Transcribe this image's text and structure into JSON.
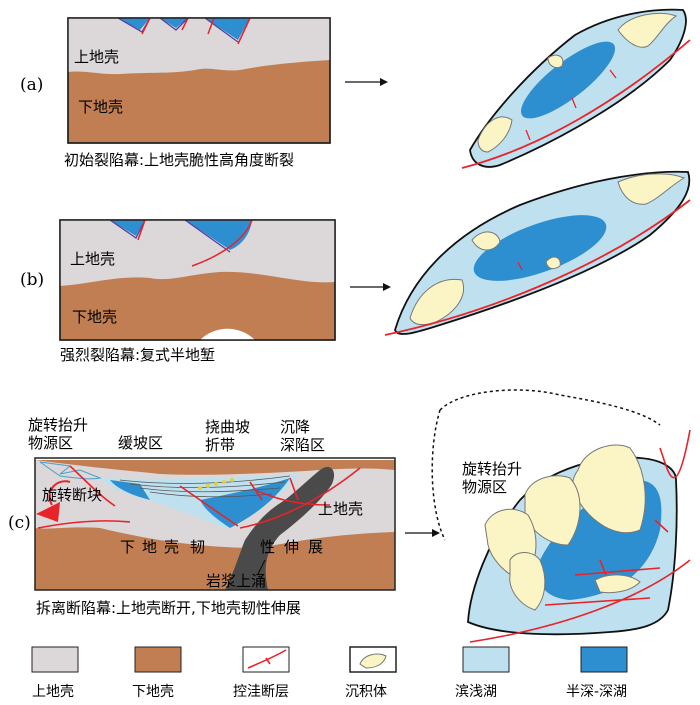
{
  "panels": [
    {
      "letter": "(a)",
      "labels": {
        "upper": "上地壳",
        "lower": "下地壳"
      },
      "caption": "初始裂陷幕:上地壳脆性高角度断裂"
    },
    {
      "letter": "(b)",
      "labels": {
        "upper": "上地壳",
        "lower": "下地壳"
      },
      "caption": "强烈裂陷幕:复式半地堑"
    },
    {
      "letter": "(c)",
      "zones": {
        "rotate_line1": "旋转抬升",
        "rotate_line2": "物源区",
        "gentle": "缓坡区",
        "flex_line1": "挠曲坡",
        "flex_line2": "折带",
        "sub_line1": "沉降",
        "sub_line2": "深陷区"
      },
      "labels": {
        "block": "旋转断块",
        "upper": "上地壳",
        "lower": [
          "下",
          "地",
          "壳",
          "韧",
          "性",
          "伸",
          "展"
        ],
        "magma": "岩浆上涌"
      },
      "map_label_line1": "旋转抬升",
      "map_label_line2": "物源区",
      "caption": "拆离断陷幕:上地壳断开,下地壳韧性伸展"
    }
  ],
  "legend": [
    {
      "label": "上地壳",
      "color": "#dcd8d9"
    },
    {
      "label": "下地壳",
      "color": "#c17e52"
    },
    {
      "label": "控洼断层",
      "color": "#e8232a"
    },
    {
      "label": "沉积体",
      "color": "#fbf4c4"
    },
    {
      "label": "滨浅湖",
      "color": "#bfe1ef"
    },
    {
      "label": "半深-深湖",
      "color": "#2e8fd0"
    }
  ],
  "colors": {
    "upper_crust": "#dcd8d9",
    "lower_crust": "#c17e52",
    "fault": "#e8232a",
    "sediment": "#fbf4c4",
    "shallow_lake": "#bfe1ef",
    "deep_lake": "#2e8fd0",
    "magma": "#4a4a4a"
  }
}
